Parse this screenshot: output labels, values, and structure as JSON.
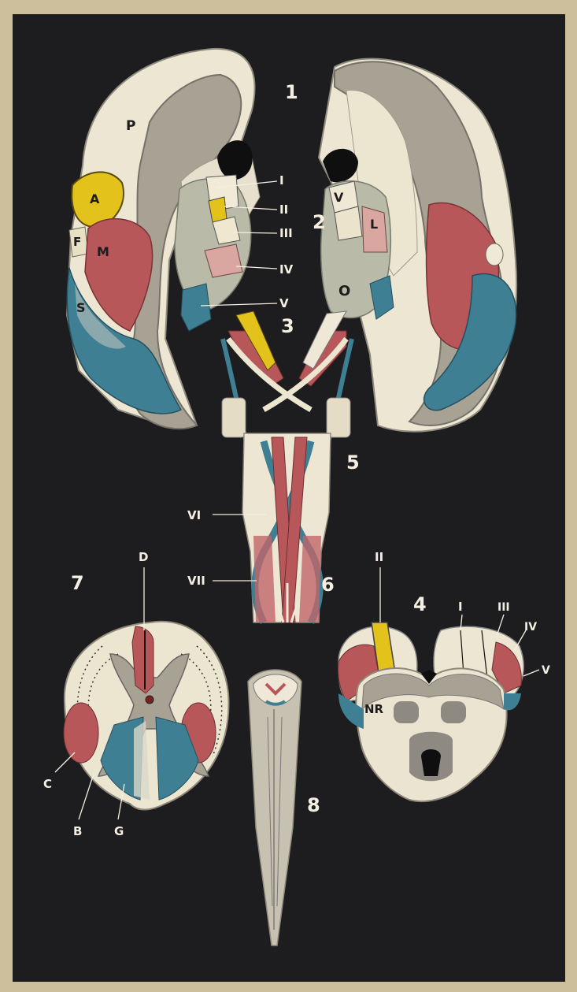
{
  "figure_numbers": [
    "1",
    "2",
    "3",
    "4",
    "5",
    "6",
    "7",
    "8"
  ],
  "brain_labels": {
    "P": "P",
    "A": "A",
    "F": "F",
    "M": "M",
    "S": "S",
    "V": "V",
    "L": "L",
    "O": "O"
  },
  "nerve_labels": {
    "I": "I",
    "II": "II",
    "III": "III",
    "IV": "IV",
    "V": "V",
    "VI": "VI",
    "VII": "VII"
  },
  "section7_labels": {
    "D": "D",
    "C": "C",
    "B": "B",
    "G": "G"
  },
  "section4_labels": {
    "II": "II",
    "I": "I",
    "III": "III",
    "IV": "IV",
    "V": "V",
    "NR": "NR"
  },
  "colors": {
    "background": "#1d1c1e",
    "gray_matter": "#a8a295",
    "white_matter": "#efe9d8",
    "yellow_region": "#e3c21c",
    "red_region": "#b8575a",
    "blue_region": "#3f7f93",
    "pink_region": "#dfb6aa"
  }
}
